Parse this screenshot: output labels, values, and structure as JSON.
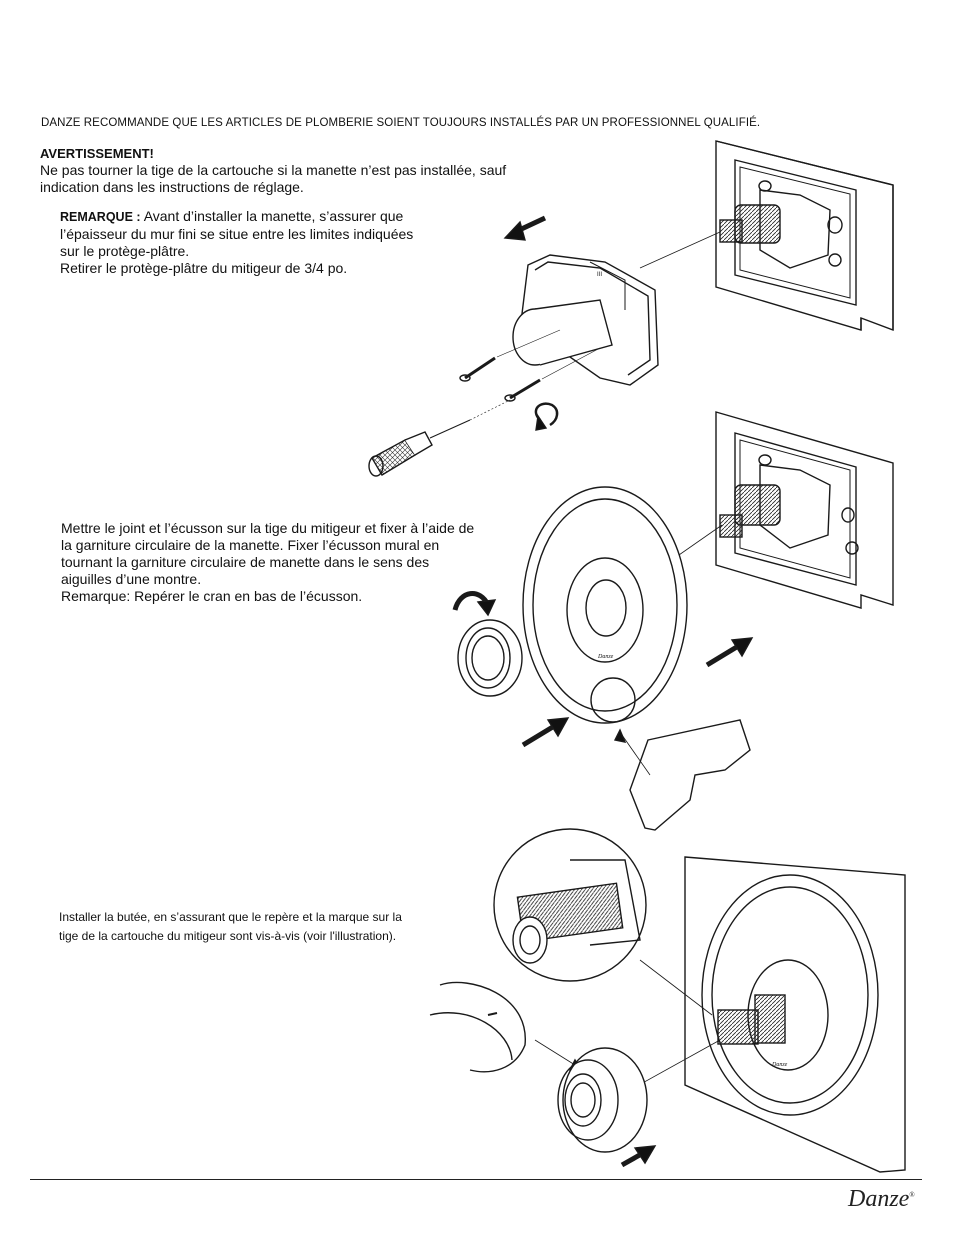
{
  "header": {
    "recommendation": "DANZE RECOMMANDE QUE LES ARTICLES DE PLOMBERIE SOIENT TOUJOURS INSTALLÉS PAR UN PROFESSIONNEL QUALIFIÉ."
  },
  "warning": {
    "title": "AVERTISSEMENT!",
    "text": "Ne pas tourner la tige de la cartouche si la manette n’est pas installée, sauf indication dans les instructions de réglage."
  },
  "step1": {
    "remark_label": "REMARQUE :",
    "remark_text": "Avant d’installer la manette, s’assurer que l’épaisseur du mur fini se situe entre les limites indiquées sur le protège-plâtre.",
    "remove_text": "Retirer le protège-plâtre du mitigeur de 3/4 po."
  },
  "step2": {
    "text": "Mettre le joint et l’écusson sur la tige du mitigeur et fixer à l’aide de la garniture circulaire de la manette. Fixer l’écusson mural en tournant la garniture circulaire de manette dans le sens des aiguilles d’une montre.",
    "note": "Remarque: Repérer le cran en bas de l’écusson."
  },
  "step3": {
    "text": "Installer la butée, en s’assurant que le repère et la marque sur la tige de la cartouche du mitigeur sont vis-à-vis (voir l'illustration)."
  },
  "footer": {
    "logo_text": "Danze",
    "logo_mark": "®"
  },
  "illustration": {
    "plate_mark": "Danze"
  }
}
